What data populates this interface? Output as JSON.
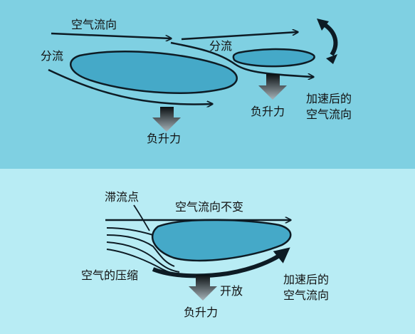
{
  "top_panel": {
    "airflow_direction": "空气流向",
    "split_flow_left": "分流",
    "split_flow_right": "分流",
    "downforce_left": "负升力",
    "downforce_right": "负升力",
    "accelerated_airflow_line1": "加速后的",
    "accelerated_airflow_line2": "空气流向"
  },
  "bottom_panel": {
    "stagnation_point": "滞流点",
    "airflow_unchanged": "空气流向不变",
    "air_compression": "空气的压缩",
    "opening": "开放",
    "downforce": "负升力",
    "accelerated_airflow_line1": "加速后的",
    "accelerated_airflow_line2": "空气流向"
  },
  "colors": {
    "top_background": "#7fd0e2",
    "bottom_background": "#b8ecf4",
    "wing_fill": "#45a9c8",
    "wing_stroke": "#0d1b24",
    "arrow_stroke": "#0d1b24",
    "downforce_arrow_gradient_top": "#0a0f12",
    "downforce_arrow_gradient_bottom": "#a7b4ba"
  }
}
